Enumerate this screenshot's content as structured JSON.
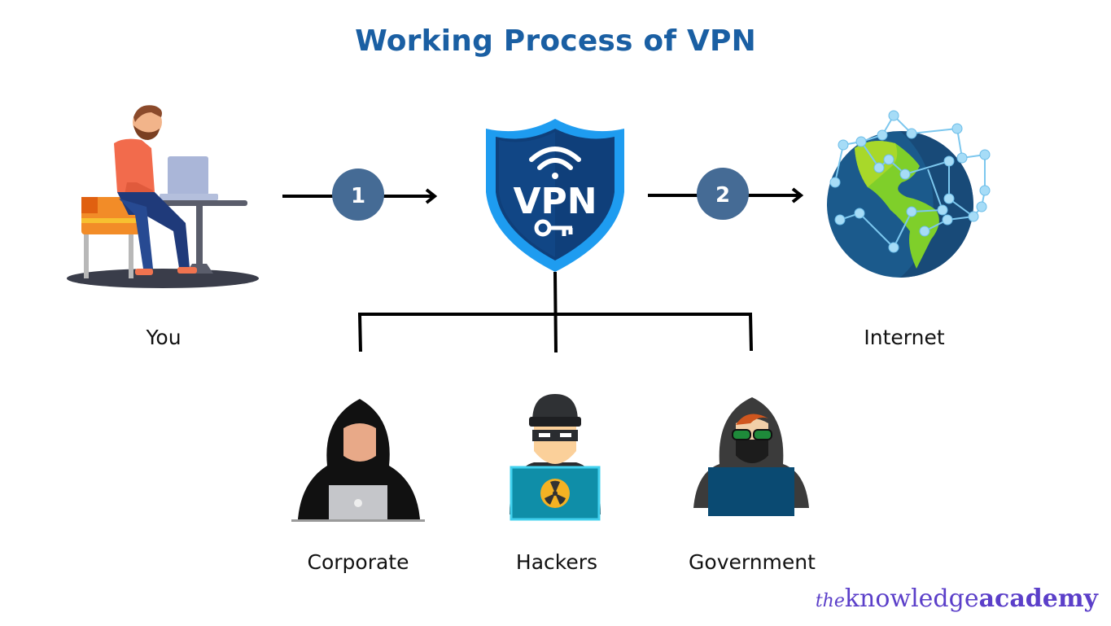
{
  "title": "Working Process of VPN",
  "nodes": {
    "you": {
      "label": "You",
      "icon": "person-at-laptop-icon"
    },
    "vpn": {
      "label": "VPN",
      "icon": "vpn-shield-icon"
    },
    "internet": {
      "label": "Internet",
      "icon": "globe-network-icon"
    }
  },
  "steps": [
    {
      "number": "1",
      "from": "You",
      "to": "VPN"
    },
    {
      "number": "2",
      "from": "VPN",
      "to": "Internet"
    }
  ],
  "blocked_parties": [
    {
      "label": "Corporate",
      "icon": "hooded-figure-laptop-icon"
    },
    {
      "label": "Hackers",
      "icon": "masked-hacker-laptop-icon"
    },
    {
      "label": "Government",
      "icon": "hooded-agent-laptop-icon"
    }
  ],
  "logo": {
    "prefix": "the",
    "word1": "knowledge",
    "word2": "academy"
  },
  "colors": {
    "title": "#1a5fa3",
    "step_circle": "#456b95",
    "shield_outer": "#1e9cf0",
    "shield_inner": "#0f3f7a",
    "logo": "#5b3fc9"
  }
}
